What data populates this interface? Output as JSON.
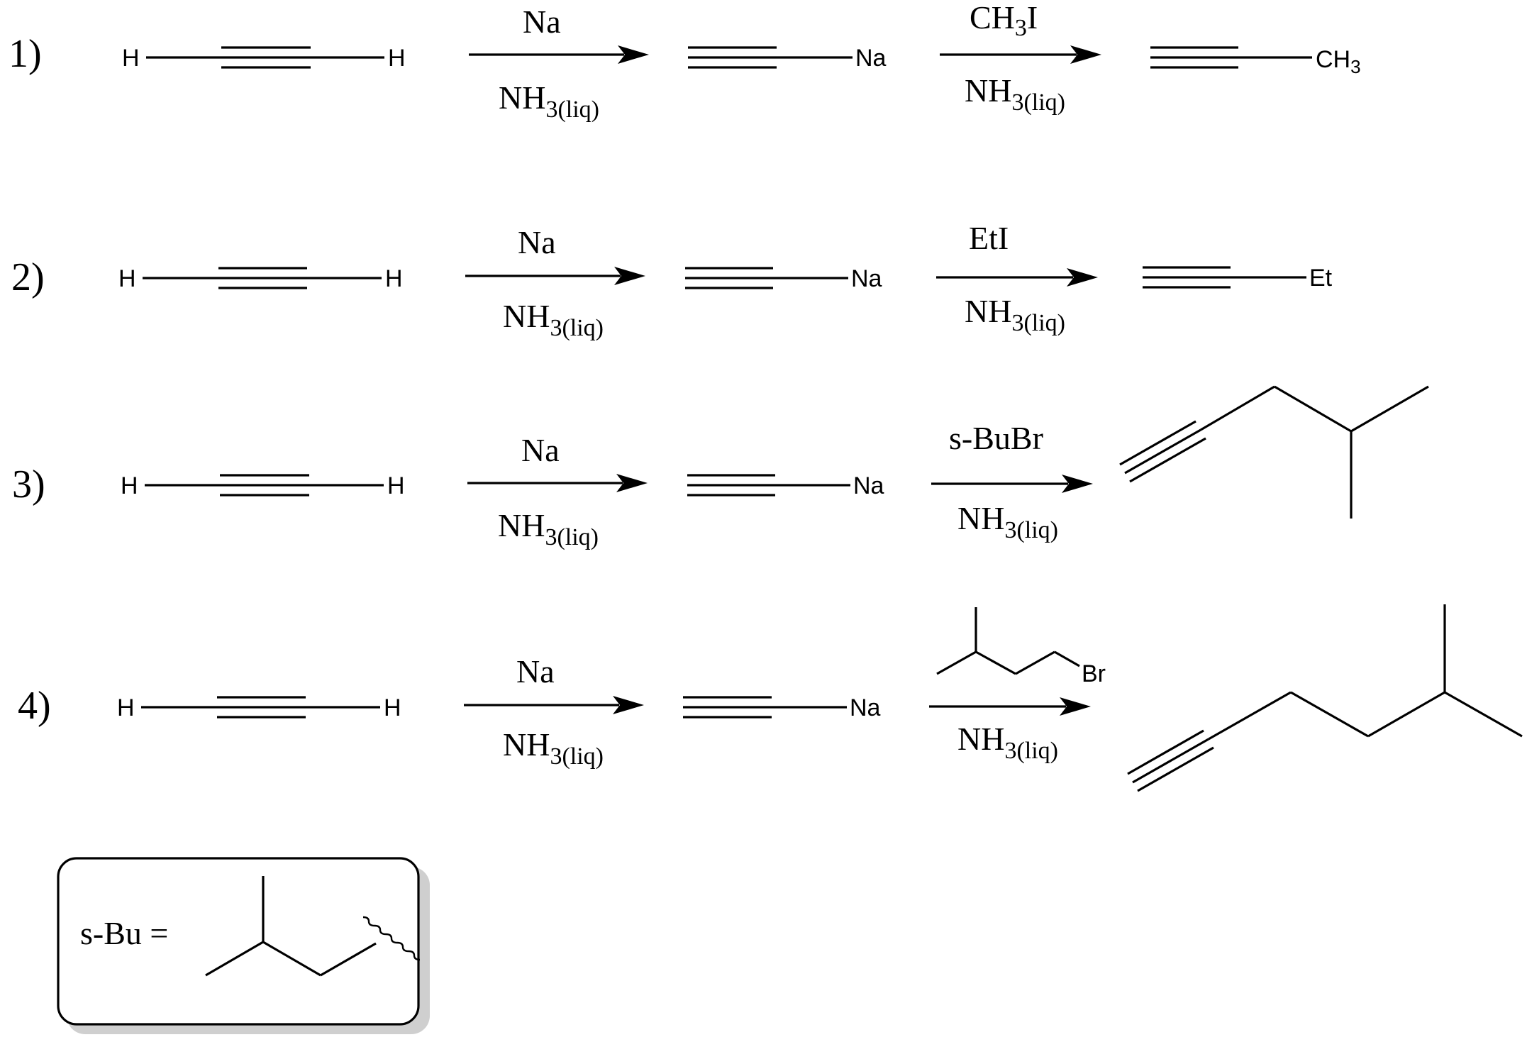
{
  "reactions": [
    {
      "number": "1)",
      "start_left": "H",
      "start_right": "H",
      "step1_above": "Na",
      "step1_below_main": "NH",
      "step1_below_sub": "3(liq)",
      "intermediate": "Na",
      "step2_above_main": "CH",
      "step2_above_sub": "3",
      "step2_above_tail": "I",
      "step2_below_main": "NH",
      "step2_below_sub": "3(liq)",
      "product_main": "CH",
      "product_sub": "3"
    },
    {
      "number": "2)",
      "start_left": "H",
      "start_right": "H",
      "step1_above": "Na",
      "step1_below_main": "NH",
      "step1_below_sub": "3(liq)",
      "intermediate": "Na",
      "step2_above": "EtI",
      "step2_below_main": "NH",
      "step2_below_sub": "3(liq)",
      "product": "Et"
    },
    {
      "number": "3)",
      "start_left": "H",
      "start_right": "H",
      "step1_above": "Na",
      "step1_below_main": "NH",
      "step1_below_sub": "3(liq)",
      "intermediate": "Na",
      "step2_above": "s-BuBr",
      "step2_below_main": "NH",
      "step2_below_sub": "3(liq)"
    },
    {
      "number": "4)",
      "start_left": "H",
      "start_right": "H",
      "step1_above": "Na",
      "step1_below_main": "NH",
      "step1_below_sub": "3(liq)",
      "intermediate": "Na",
      "step2_reagent_atom": "Br",
      "step2_below_main": "NH",
      "step2_below_sub": "3(liq)"
    }
  ],
  "legend": {
    "label": "s-Bu ="
  }
}
